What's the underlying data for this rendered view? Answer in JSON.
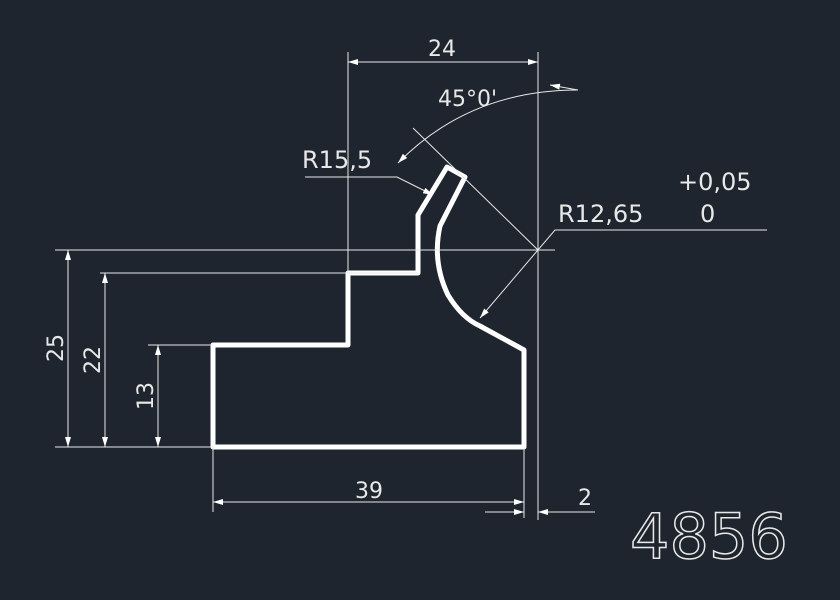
{
  "drawing": {
    "part_number": "4856",
    "dimensions": {
      "height_total": "25",
      "height_step": "22",
      "height_base": "13",
      "width_base": "39",
      "offset_right": "2",
      "width_top": "24",
      "angle": "45°0'",
      "radius_outer": "R15,5",
      "radius_inner": "R12,65",
      "tolerance_upper": "+0,05",
      "tolerance_lower": "0"
    },
    "colors": {
      "background": "#1f252f",
      "lines": "#ffffff"
    }
  }
}
